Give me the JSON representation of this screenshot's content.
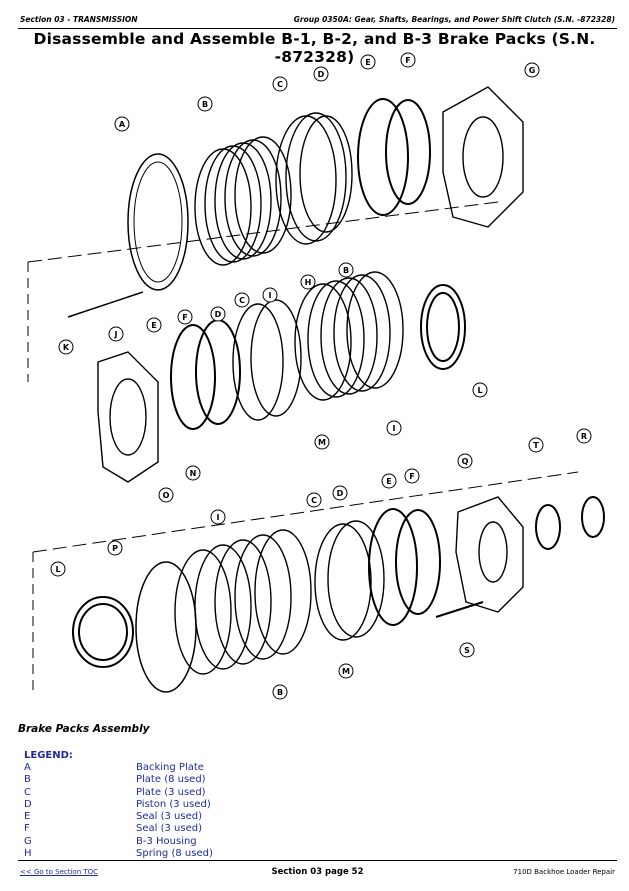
{
  "header": {
    "section": "Section 03 - TRANSMISSION",
    "group": "Group 0350A: Gear, Shafts, Bearings, and Power Shift Clutch (S.N. -872328)"
  },
  "title": "Disassemble and Assemble B-1, B-2, and B-3 Brake Packs (S.N. -872328)",
  "figure_callouts": [
    "A",
    "B",
    "C",
    "D",
    "E",
    "F",
    "G",
    "H",
    "I",
    "J",
    "K",
    "B",
    "C",
    "D",
    "E",
    "F",
    "L",
    "I",
    "M",
    "N",
    "O",
    "T",
    "R",
    "Q",
    "C",
    "D",
    "E",
    "F",
    "I",
    "P",
    "L",
    "M",
    "B",
    "S"
  ],
  "caption": "Brake Packs Assembly",
  "legend_title": "LEGEND:",
  "legend": [
    {
      "key": "A",
      "label": "Backing Plate"
    },
    {
      "key": "B",
      "label": "Plate (8 used)"
    },
    {
      "key": "C",
      "label": "Plate (3 used)"
    },
    {
      "key": "D",
      "label": "Piston (3 used)"
    },
    {
      "key": "E",
      "label": "Seal (3 used)"
    },
    {
      "key": "F",
      "label": "Seal (3 used)"
    },
    {
      "key": "G",
      "label": "B-3 Housing"
    },
    {
      "key": "H",
      "label": "Spring (8 used)"
    }
  ],
  "footer": {
    "toc_link": "<< Go to Section TOC",
    "page": "Section 03 page 52",
    "model": "710D Backhoe Loader Repair"
  }
}
